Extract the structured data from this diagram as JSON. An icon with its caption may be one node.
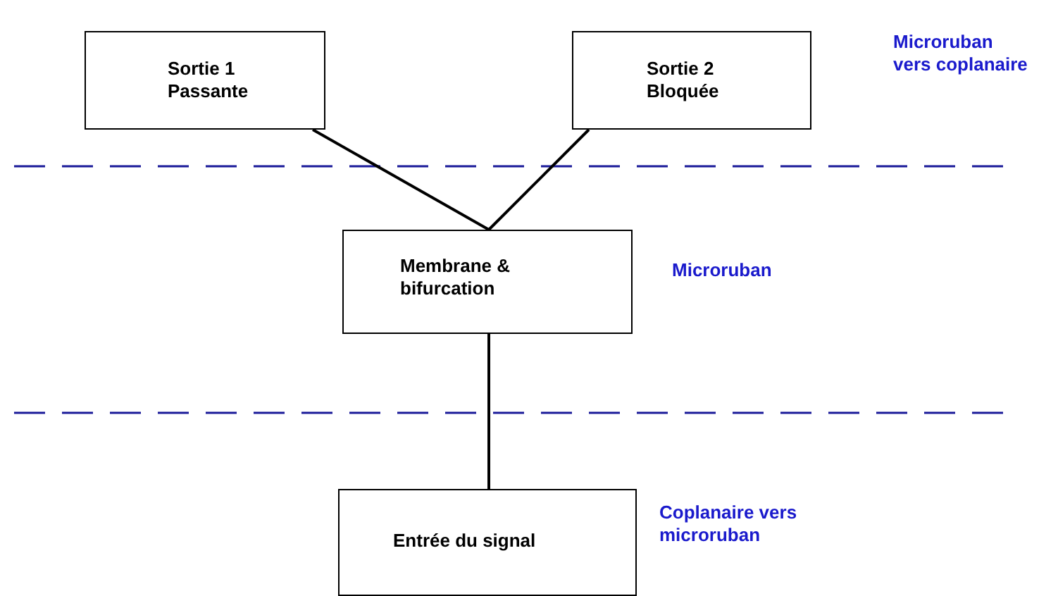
{
  "diagram": {
    "nodes": [
      {
        "text": [
          "Sortie 1 Passante"
        ]
      },
      {
        "text": [
          "Sortie 2 Bloquée"
        ]
      },
      {
        "text": [
          "Membrane & bifurcation"
        ]
      },
      {
        "text": [
          "Entrée du signal"
        ]
      }
    ],
    "edges": [
      {
        "from": 2,
        "to": 0,
        "arrow": "none"
      },
      {
        "from": 2,
        "to": 1,
        "arrow": "none"
      },
      {
        "from": 3,
        "to": 2,
        "arrow": "none"
      }
    ],
    "labels": [
      "Microruban vers coplanaire",
      "Microruban",
      "Coplanaire vers microruban"
    ]
  }
}
